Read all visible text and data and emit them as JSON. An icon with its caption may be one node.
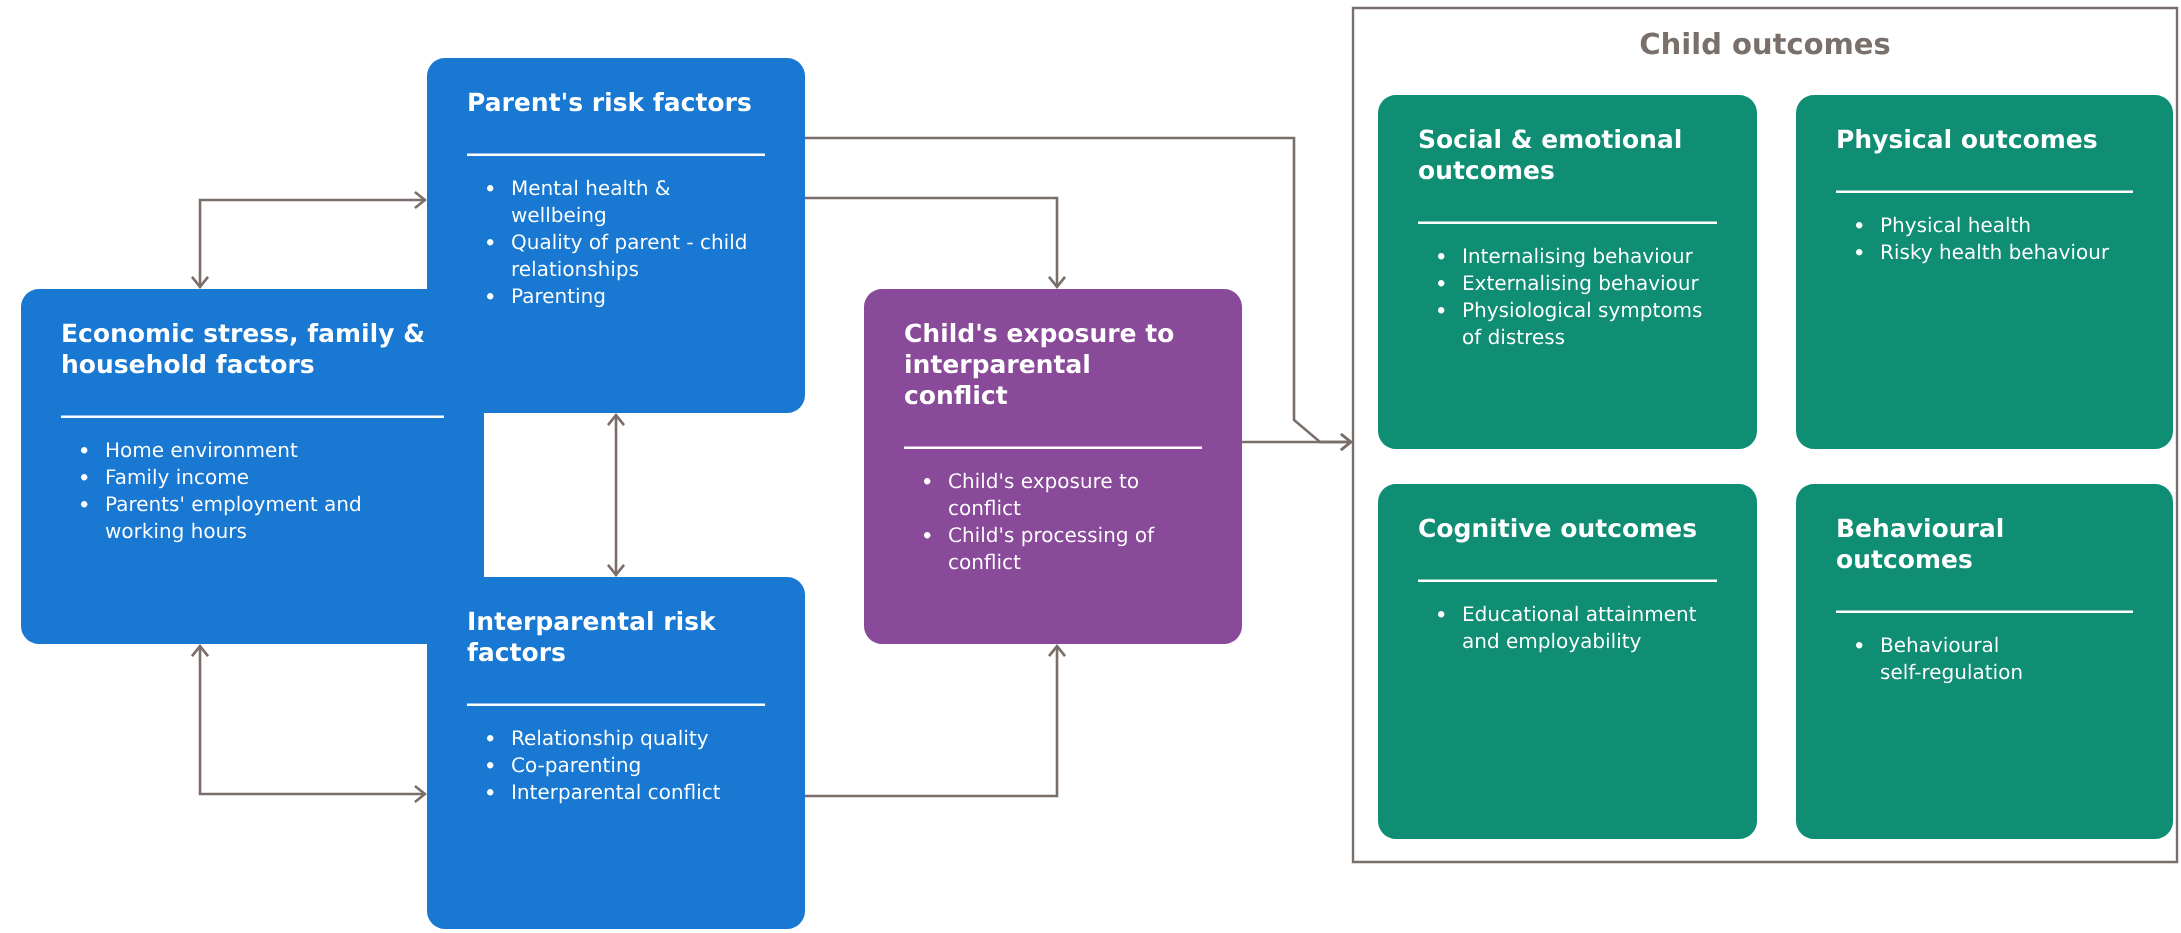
{
  "diagram": {
    "nodes": [
      {
        "text": [
          "Economic stress, family & household factors",
          "Home environment",
          "Family income",
          "Parents' employment and working hours"
        ]
      },
      {
        "text": [
          "Parent's risk factors",
          "Mental health & wellbeing",
          "Quality of parent - child relationships",
          "Parenting"
        ]
      },
      {
        "text": [
          "Interparental risk factors",
          "Relationship quality",
          "Co-parenting",
          "Interparental conflict"
        ]
      },
      {
        "text": [
          "Child's exposure to interparental conflict",
          "Child's exposure to conflict",
          "Child's processing of conflict"
        ]
      },
      {
        "text": [
          "Child outcomes"
        ]
      },
      {
        "text": [
          "Social & emotional outcomes",
          "Internalising behaviour",
          "Externalising behaviour",
          "Physiological symptoms of distress"
        ],
        "in": 4
      },
      {
        "text": [
          "Physical outcomes",
          "Physical health",
          "Risky health behaviour"
        ],
        "in": 4
      },
      {
        "text": [
          "Cognitive outcomes",
          "Educational attainment and employability"
        ],
        "in": 4
      },
      {
        "text": [
          "Behavioural outcomes",
          "Behavioural self-regulation"
        ],
        "in": 4
      }
    ],
    "edges": [
      {
        "from": 0,
        "to": 1,
        "arrow": "both"
      },
      {
        "from": 0,
        "to": 2,
        "arrow": "both"
      },
      {
        "from": 1,
        "to": 2,
        "arrow": "both"
      },
      {
        "from": 1,
        "to": 3,
        "arrow": "to"
      },
      {
        "from": 2,
        "to": 3,
        "arrow": "to"
      },
      {
        "from": 1,
        "to": 4,
        "arrow": "to"
      },
      {
        "from": 3,
        "to": 4,
        "arrow": "to"
      }
    ]
  }
}
